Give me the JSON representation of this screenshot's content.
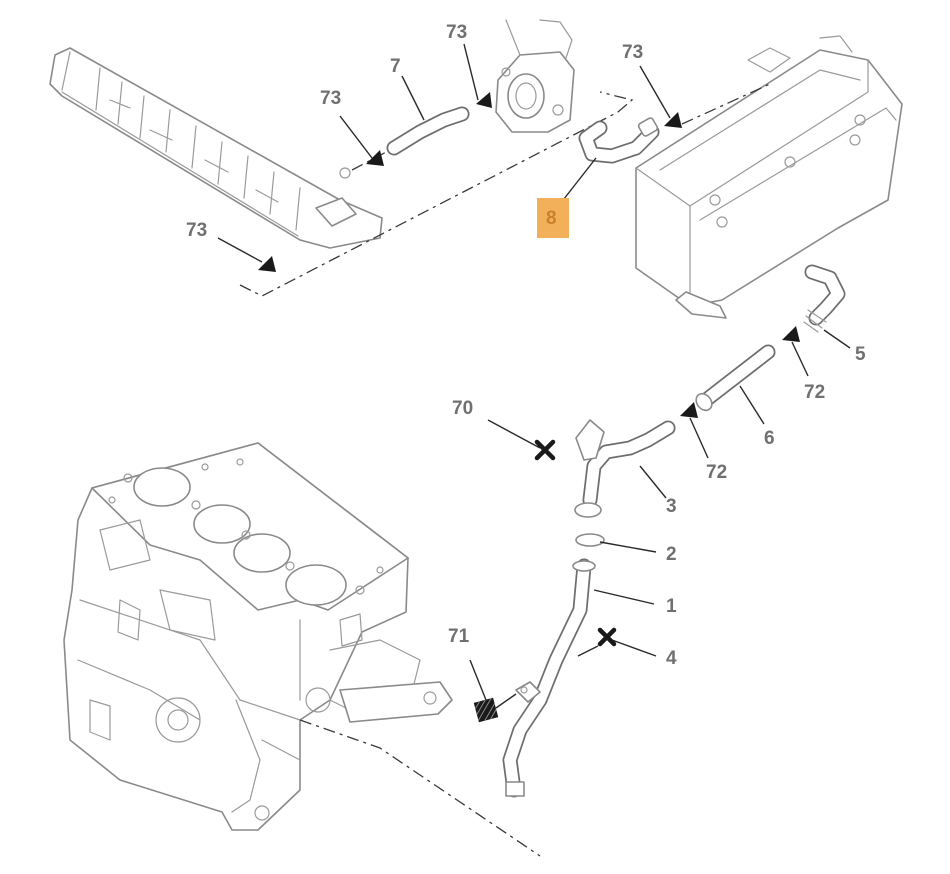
{
  "diagram": {
    "callouts": {
      "c73_cover_left": "73",
      "c7": "7",
      "c73_top": "73",
      "c73_airbox": "73",
      "c73_bottom_left": "73",
      "c8": "8",
      "c5": "5",
      "c72_upper": "72",
      "c70": "70",
      "c6": "6",
      "c72_lower": "72",
      "c3": "3",
      "c2": "2",
      "c1": "1",
      "c71": "71",
      "c4": "4"
    },
    "highlight_color": "#f3b05a",
    "symbols": {
      "triangle": "arrow-triangle-icon",
      "cross": "cross-icon",
      "square": "hatched-square-icon"
    }
  }
}
